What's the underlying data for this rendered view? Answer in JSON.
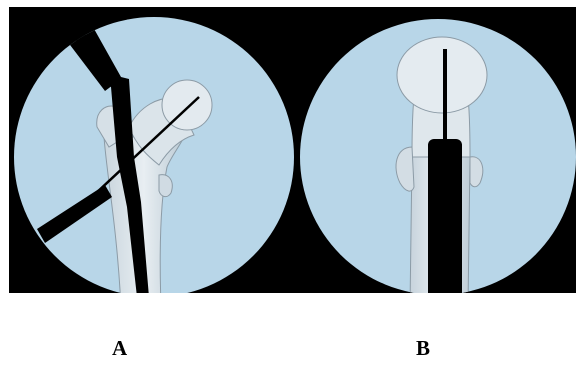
{
  "figure": {
    "panels": [
      {
        "id": "A",
        "label": "A",
        "view": "anteroposterior"
      },
      {
        "id": "B",
        "label": "B",
        "view": "lateral"
      }
    ],
    "colors": {
      "background": "#000000",
      "field": "#b8d6e8",
      "bone_fill": "#dfe8ee",
      "bone_outline": "#8c9ba6",
      "instrument": "#000000"
    }
  }
}
